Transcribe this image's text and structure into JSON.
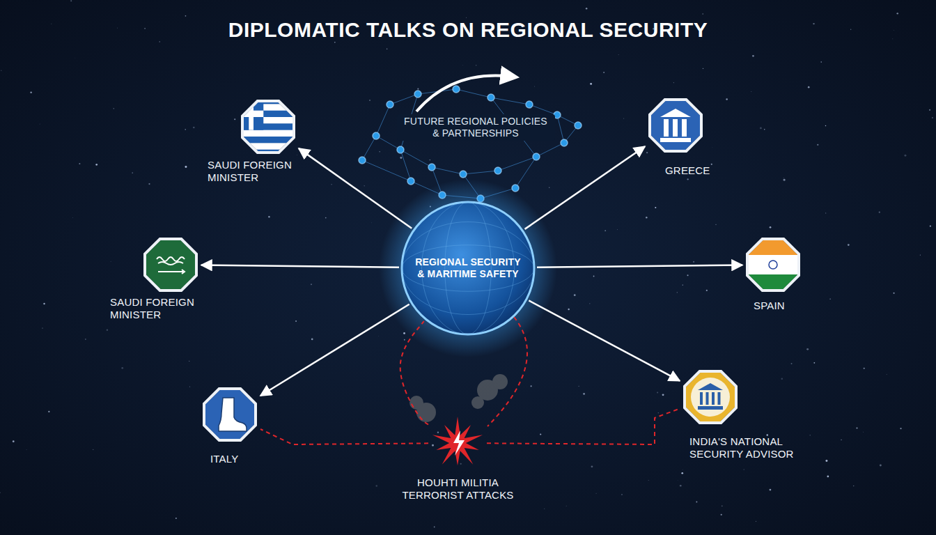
{
  "diagram": {
    "title": "DIPLOMATIC TALKS ON REGIONAL SECURITY",
    "nodes": [
      {
        "text": [
          "FUTURE REGIONAL POLICIES & PARTNERSHIPS"
        ]
      },
      {
        "text": [
          "SAUDI FOREIGN MINISTER"
        ]
      },
      {
        "text": [
          "GREECE"
        ]
      },
      {
        "text": [
          "REGIONAL SECURITY & MARITIME SAFETY"
        ]
      },
      {
        "text": [
          "SAUDI FOREIGN MINISTER"
        ]
      },
      {
        "text": [
          "SPAIN"
        ]
      },
      {
        "text": [
          "ITALY"
        ]
      },
      {
        "text": [
          "INDIA'S NATIONAL SECURITY ADVISOR"
        ]
      },
      {
        "text": [
          "HOUHTI MILITIA TERRORIST ATTACKS"
        ]
      }
    ],
    "edges": [
      {
        "from": 3,
        "to": 1,
        "arrow": "to"
      },
      {
        "from": 3,
        "to": 2,
        "arrow": "to"
      },
      {
        "from": 3,
        "to": 4,
        "arrow": "to"
      },
      {
        "from": 3,
        "to": 5,
        "arrow": "to"
      },
      {
        "from": 3,
        "to": 6,
        "arrow": "to"
      },
      {
        "from": 3,
        "to": 7,
        "arrow": "to"
      },
      {
        "from": 8,
        "to": 3,
        "arrow": "none"
      },
      {
        "from": 8,
        "to": 6,
        "arrow": "none"
      },
      {
        "from": 8,
        "to": 7,
        "arrow": "none"
      }
    ]
  }
}
